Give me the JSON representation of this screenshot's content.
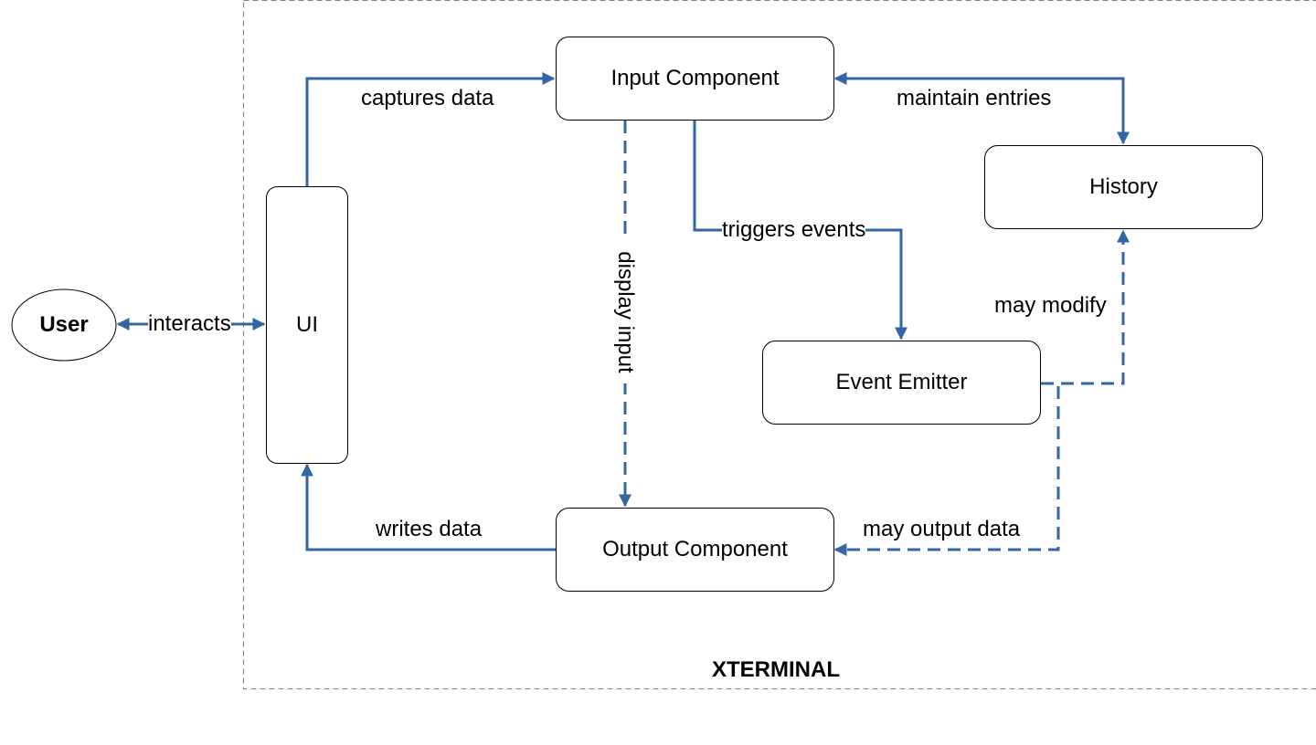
{
  "diagram": {
    "container_label": "XTERMINAL",
    "nodes": {
      "user": "User",
      "ui": "UI",
      "input_component": "Input Component",
      "history": "History",
      "event_emitter": "Event Emitter",
      "output_component": "Output Component"
    },
    "edges": {
      "interacts": "interacts",
      "captures_data": "captures data",
      "maintain_entries": "maintain entries",
      "triggers_events": "triggers events",
      "display_input": "display input",
      "may_modify": "may modify",
      "may_output_data": "may output data",
      "writes_data": "writes data"
    },
    "colors": {
      "edge": "#3465a4",
      "node_border": "#000000",
      "container_border": "#808080"
    }
  }
}
